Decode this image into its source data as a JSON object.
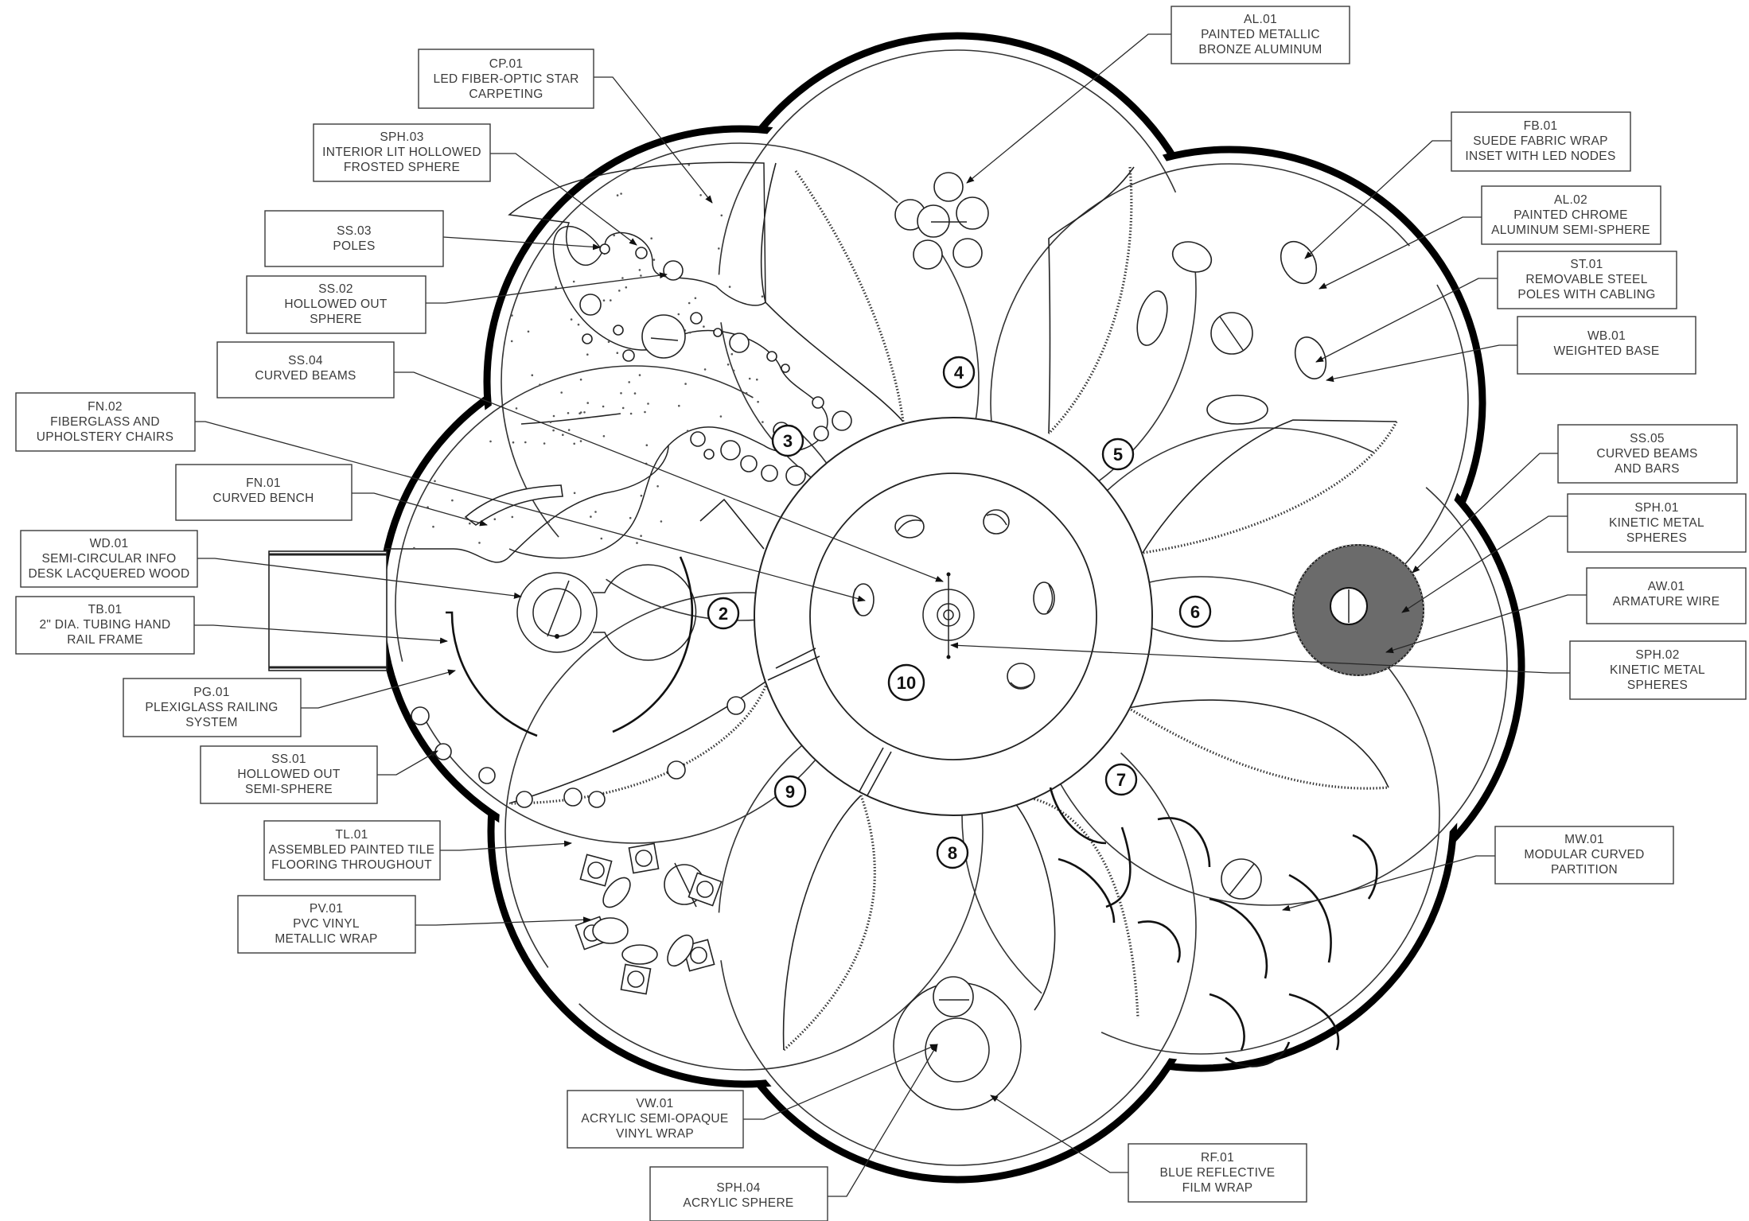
{
  "plan": {
    "zones": [
      "2",
      "3",
      "4",
      "5",
      "6",
      "7",
      "8",
      "9",
      "10"
    ],
    "materials": [
      {
        "code": "AL.01",
        "lines": [
          "PAINTED METALLIC",
          "BRONZE ALUMINUM"
        ]
      },
      {
        "code": "CP.01",
        "lines": [
          "LED FIBER-OPTIC STAR",
          "CARPETING"
        ]
      },
      {
        "code": "SPH.03",
        "lines": [
          "INTERIOR LIT HOLLOWED",
          "FROSTED SPHERE"
        ]
      },
      {
        "code": "SS.03",
        "lines": [
          "POLES"
        ]
      },
      {
        "code": "SS.02",
        "lines": [
          "HOLLOWED OUT",
          "SPHERE"
        ]
      },
      {
        "code": "SS.04",
        "lines": [
          "CURVED BEAMS"
        ]
      },
      {
        "code": "FN.02",
        "lines": [
          "FIBERGLASS AND",
          "UPHOLSTERY CHAIRS"
        ]
      },
      {
        "code": "FN.01",
        "lines": [
          "CURVED BENCH"
        ]
      },
      {
        "code": "WD.01",
        "lines": [
          "SEMI-CIRCULAR INFO",
          "DESK LACQUERED WOOD"
        ]
      },
      {
        "code": "TB.01",
        "lines": [
          "2\" DIA. TUBING HAND",
          "RAIL FRAME"
        ]
      },
      {
        "code": "PG.01",
        "lines": [
          "PLEXIGLASS RAILING",
          "SYSTEM"
        ]
      },
      {
        "code": "SS.01",
        "lines": [
          "HOLLOWED OUT",
          "SEMI-SPHERE"
        ]
      },
      {
        "code": "TL.01",
        "lines": [
          "ASSEMBLED PAINTED TILE",
          "FLOORING THROUGHOUT"
        ]
      },
      {
        "code": "PV.01",
        "lines": [
          "PVC VINYL",
          "METALLIC WRAP"
        ]
      },
      {
        "code": "VW.01",
        "lines": [
          "ACRYLIC SEMI-OPAQUE",
          "VINYL WRAP"
        ]
      },
      {
        "code": "SPH.04",
        "lines": [
          "ACRYLIC SPHERE"
        ]
      },
      {
        "code": "RF.01",
        "lines": [
          "BLUE REFLECTIVE",
          "FILM WRAP"
        ]
      },
      {
        "code": "FB.01",
        "lines": [
          "SUEDE FABRIC WRAP",
          "INSET WITH LED NODES"
        ]
      },
      {
        "code": "AL.02",
        "lines": [
          "PAINTED CHROME",
          "ALUMINUM SEMI-SPHERE"
        ]
      },
      {
        "code": "ST.01",
        "lines": [
          "REMOVABLE STEEL",
          "POLES WITH CABLING"
        ]
      },
      {
        "code": "WB.01",
        "lines": [
          "WEIGHTED BASE"
        ]
      },
      {
        "code": "SS.05",
        "lines": [
          "CURVED BEAMS",
          "AND BARS"
        ]
      },
      {
        "code": "SPH.01",
        "lines": [
          "KINETIC METAL",
          "SPHERES"
        ]
      },
      {
        "code": "AW.01",
        "lines": [
          "ARMATURE WIRE"
        ]
      },
      {
        "code": "SPH.02",
        "lines": [
          "KINETIC METAL",
          "SPHERES"
        ]
      },
      {
        "code": "MW.01",
        "lines": [
          "MODULAR CURVED",
          "PARTITION"
        ]
      }
    ]
  }
}
